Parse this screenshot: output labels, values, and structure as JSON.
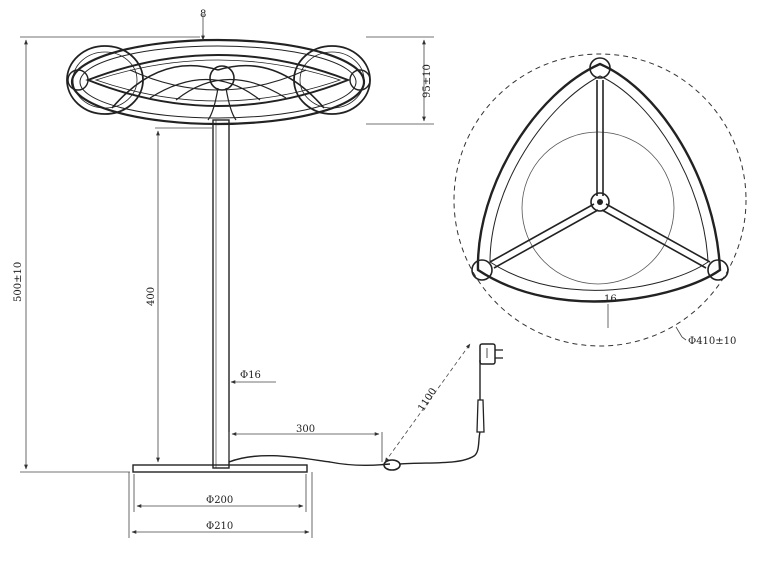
{
  "labels": {
    "top_thickness": "8",
    "head_height": "95±10",
    "total_height": "500±10",
    "pole_height": "400",
    "pole_diameter": "Φ16",
    "base_to_switch": "300",
    "cable_length": "1100",
    "base_inner_diameter": "Φ200",
    "base_outer_diameter": "Φ210",
    "ring_width": "16",
    "head_diameter": "Φ410±10"
  },
  "colors": {
    "line": "#222222",
    "dimension": "#444444",
    "background": "#ffffff"
  }
}
